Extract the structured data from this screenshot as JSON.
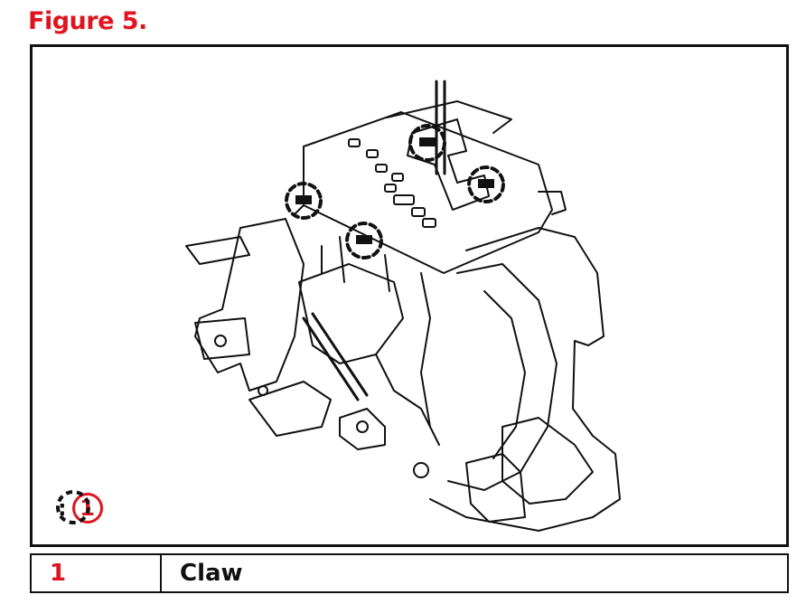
{
  "figure": {
    "title": "Figure 5."
  },
  "legend": {
    "separator": ":",
    "number": "1"
  },
  "parts_table": {
    "rows": [
      {
        "number": "1",
        "name": "Claw"
      }
    ]
  },
  "colors": {
    "accent": "#e0141e",
    "line": "#111111"
  },
  "icons": [
    "dashed-circle-icon",
    "circled-number-icon"
  ]
}
